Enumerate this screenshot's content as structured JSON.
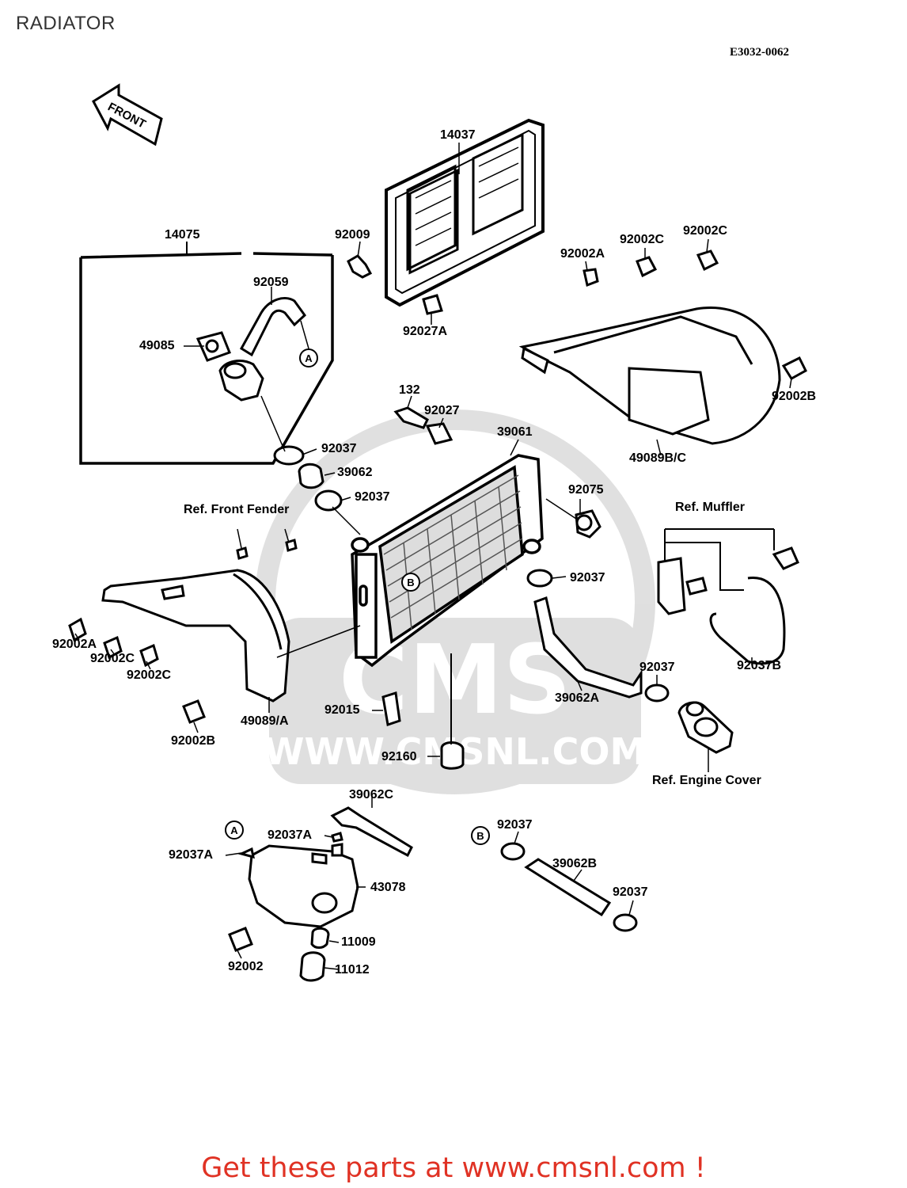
{
  "page": {
    "title": "RADIATOR",
    "diagram_code": "E3032-0062",
    "front_arrow": "FRONT",
    "footer": "Get these parts at www.cmsnl.com !"
  },
  "watermark": {
    "brand": "CMS",
    "url": "WWW.CMSNL.COM"
  },
  "callouts": {
    "c14037": "14037",
    "c14075": "14075",
    "c92009": "92009",
    "c92002C_top1": "92002C",
    "c92002C_top2": "92002C",
    "c92002A_top": "92002A",
    "c92059": "92059",
    "c49085": "49085",
    "c92027A": "92027A",
    "c132": "132",
    "c92027": "92027",
    "c92002B_right": "92002B",
    "c39061": "39061",
    "c92037_a": "92037",
    "c39062": "39062",
    "c92037_b": "92037",
    "c49089BC": "49089B/C",
    "c92075": "92075",
    "ref_front_fender": "Ref. Front Fender",
    "ref_muffler": "Ref. Muffler",
    "c92037_c": "92037",
    "c92002A_left": "92002A",
    "c92002C_left1": "92002C",
    "c92002C_left2": "92002C",
    "c92037B": "92037B",
    "c92037_d": "92037",
    "c39062A": "39062A",
    "c92015": "92015",
    "c49089A": "49089/A",
    "c92002B_left": "92002B",
    "c92160": "92160",
    "ref_engine_cover": "Ref. Engine Cover",
    "c39062C": "39062C",
    "c92037A_1": "92037A",
    "c92037A_2": "92037A",
    "c43078": "43078",
    "c92037_e": "92037",
    "c39062B": "39062B",
    "c92037_f": "92037",
    "c11009": "11009",
    "c92002": "92002",
    "c11012": "11012",
    "marker_A": "A",
    "marker_B": "B"
  }
}
